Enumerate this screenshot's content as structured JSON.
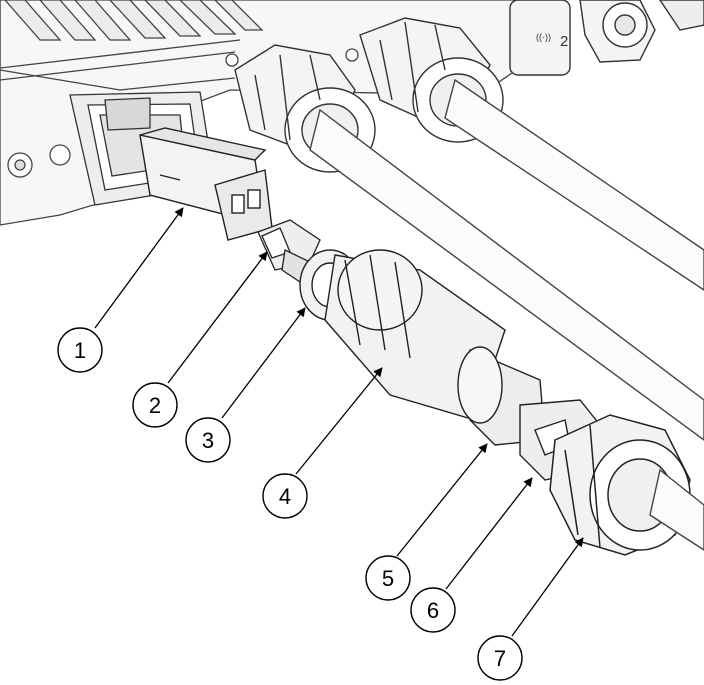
{
  "port_label": "2",
  "callouts": [
    {
      "id": 1,
      "label": "1",
      "target": "sfp-module"
    },
    {
      "id": 2,
      "label": "2",
      "target": "lc-connector"
    },
    {
      "id": 3,
      "label": "3",
      "target": "cable-seal-nut"
    },
    {
      "id": 4,
      "label": "4",
      "target": "gland-body"
    },
    {
      "id": 5,
      "label": "5",
      "target": "sealing-ring"
    },
    {
      "id": 6,
      "label": "6",
      "target": "clamp-insert"
    },
    {
      "id": 7,
      "label": "7",
      "target": "compression-nut"
    }
  ]
}
